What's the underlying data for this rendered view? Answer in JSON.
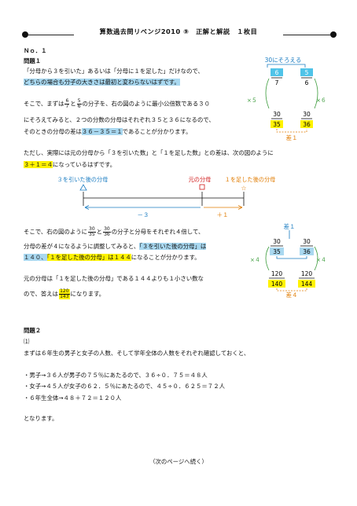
{
  "header": {
    "title": "算数過去問リベンジ2010 ⑨　正解と解説　１枚目"
  },
  "section_label": "Ｎｏ．１",
  "q1": {
    "heading": "問題１",
    "l1": "「分母から３を引いた」あるいは「分母に１を足した」だけなので、",
    "l2": "どちらの場合も分子の大きさは最初と変わらないはずです。",
    "l3a": "そこで、まずは",
    "l3b": "と",
    "l3c": "の分子を、右の図のように最小公倍数である３０",
    "l4": "にそろえてみると、２つの分数の分母はそれぞれ３５と３６になるので、",
    "l5a": "そのときの分母の差は",
    "l5b": "３６－３５＝１",
    "l5c": "であることが分かります。",
    "l6": "ただし、実際には元の分母から「３を引いた数」と「１を足した数」との差は、次の図のように",
    "l7a": "３＋１＝４",
    "l7b": "になっているはずです。",
    "l8a": "そこで、右の図のように",
    "l8b": "と",
    "l8c": "の分子と分母をそれぞれ４倍して、",
    "l9a": "分母の差が４になるように調整してみると、",
    "l9b": "「３を引いた後の分母」は",
    "l10a": "１４０、",
    "l10b": "「１を足した後の分母」は１４４",
    "l10c": "になることが分かります。",
    "l11": "元の分母は「１を足した後の分母」である１４４よりも１小さい数な",
    "l12a": "ので、答えは",
    "l12b": "になります。",
    "frac1": {
      "num": "6",
      "den": "7"
    },
    "frac2": {
      "num": "5",
      "den": "6"
    },
    "frac3": {
      "num": "30",
      "den": "35"
    },
    "frac4": {
      "num": "30",
      "den": "36"
    },
    "answer": {
      "num": "120",
      "den": "143"
    }
  },
  "diagram1": {
    "title": "30にそろえる",
    "left_num": "6",
    "left_den": "7",
    "right_num": "5",
    "right_den": "6",
    "left_mult": "×５",
    "right_mult": "×６",
    "left_num2": "30",
    "left_den2": "35",
    "right_num2": "30",
    "right_den2": "36",
    "diff": "差１"
  },
  "numberline": {
    "label_left": "３を引いた後の分母",
    "label_mid": "元の分母",
    "label_right": "１を足した後の分母",
    "minus": "－３",
    "plus": "＋１"
  },
  "diagram2": {
    "top_label": "差１",
    "left_num": "30",
    "left_den": "35",
    "right_num": "30",
    "right_den": "36",
    "left_mult": "×４",
    "right_mult": "×４",
    "left_num2": "120",
    "left_den2": "140",
    "right_num2": "120",
    "right_den2": "144",
    "diff": "差４"
  },
  "q2": {
    "heading": "問題２",
    "sub": "⑴",
    "intro": "まずは６年生の男子と女子の人数、そして学年全体の人数をそれぞれ確認しておくと、",
    "b1": "・男子→３６人が男子の７５％にあたるので、３６÷０．７５＝４８人",
    "b2": "・女子→４５人が女子の６２．５％にあたるので、４５÷０．６２５＝７２人",
    "b3": "・６年生全体→４８＋７２＝１２０人",
    "outro": "となります。"
  },
  "footer": "（次のページへ続く）"
}
